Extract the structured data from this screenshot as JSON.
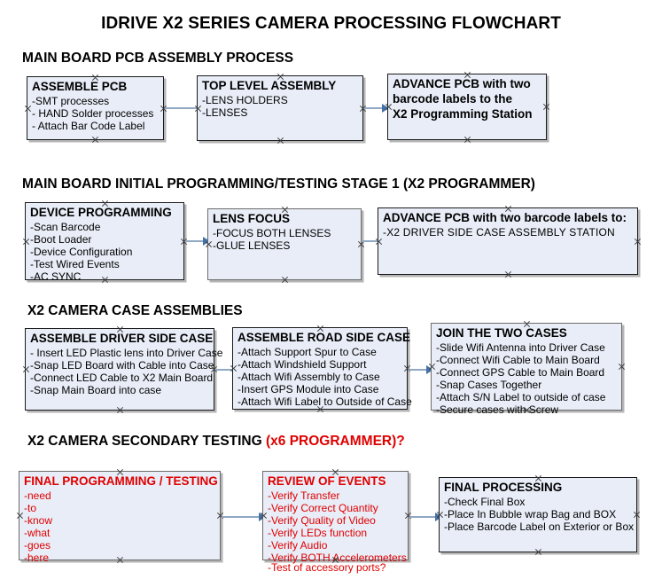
{
  "document": {
    "title": "IDRIVE X2  SERIES CAMERA PROCESSING FLOWCHART"
  },
  "colors": {
    "box_fill": "#e8edf7",
    "box_border": "#1a1a1a",
    "accent_red": "#e00000",
    "arrow_shaft": "#8fa8c4",
    "arrow_head": "#4472a8",
    "text": "#000000"
  },
  "sections": [
    {
      "id": "main-board-pcb-assembly",
      "heading": "MAIN BOARD PCB ASSEMBLY PROCESS",
      "heading_accent": "",
      "nodes": [
        {
          "id": "assemble-pcb",
          "title": "ASSEMBLE PCB",
          "lines": [
            "-SMT processes",
            "- HAND Solder processes",
            "- Attach Bar Code Label"
          ]
        },
        {
          "id": "top-level-assembly",
          "title": "TOP LEVEL ASSEMBLY",
          "lines": [
            "-LENS HOLDERS",
            "-LENSES"
          ]
        },
        {
          "id": "advance-pcb-programming-station",
          "title": "ADVANCE PCB with two",
          "lines": [
            "barcode labels to the",
            " X2 Programming Station"
          ]
        }
      ]
    },
    {
      "id": "initial-programming-stage-1",
      "heading": "MAIN BOARD INITIAL PROGRAMMING/TESTING STAGE 1 (X2 PROGRAMMER)",
      "heading_accent": "",
      "nodes": [
        {
          "id": "device-programming",
          "title": "DEVICE PROGRAMMING",
          "lines": [
            "-Scan Barcode",
            "-Boot Loader",
            "-Device Configuration",
            "-Test Wired Events",
            "-AC SYNC"
          ]
        },
        {
          "id": "lens-focus",
          "title": "LENS FOCUS",
          "lines": [
            "-FOCUS BOTH LENSES",
            "-GLUE LENSES"
          ]
        },
        {
          "id": "advance-pcb-driver-side-case",
          "title": "ADVANCE PCB with two barcode labels to:",
          "lines": [
            "-X2 DRIVER  SIDE  CASE  ASSEMBLY STATION"
          ]
        }
      ]
    },
    {
      "id": "camera-case-assemblies",
      "heading": "X2 CAMERA CASE ASSEMBLIES",
      "heading_accent": "",
      "nodes": [
        {
          "id": "assemble-driver-side-case",
          "title": "ASSEMBLE DRIVER SIDE CASE",
          "lines": [
            "- Insert LED Plastic lens into Driver Case",
            "-Snap LED Board with Cable into Case",
            "-Connect LED Cable to X2 Main Board",
            "-Snap Main Board into case"
          ]
        },
        {
          "id": "assemble-road-side-case",
          "title": "ASSEMBLE ROAD SIDE CASE",
          "lines": [
            "-Attach Support Spur to Case",
            "-Attach Windshield Support",
            "-Attach Wifi Assembly to Case",
            "-Insert GPS Module into Case",
            "-Attach Wifi Label to Outside of Case"
          ]
        },
        {
          "id": "join-the-two-cases",
          "title": "JOIN THE TWO CASES",
          "lines": [
            "-Slide Wifi Antenna into Driver Case",
            "-Connect Wifi Cable to Main Board",
            "-Connect GPS Cable to Main Board",
            "-Snap Cases Together",
            "-Attach S/N Label to outside of case",
            "-Secure cases with Screw"
          ]
        }
      ]
    },
    {
      "id": "secondary-testing",
      "heading": "X2 CAMERA SECONDARY TESTING ",
      "heading_accent": "(x6 PROGRAMMER)?",
      "nodes": [
        {
          "id": "final-programming-testing",
          "title": "FINAL PROGRAMMING / TESTING",
          "lines": [
            "-need",
            "-to",
            "-know",
            "-what",
            "-goes",
            "-here"
          ]
        },
        {
          "id": "review-of-events",
          "title": "REVIEW OF EVENTS",
          "lines": [
            "-Verify Transfer",
            "-Verify Correct Quantity",
            "-Verify Quality of Video",
            "-Verify LEDs function",
            "-Verify Audio",
            "-Verify BOTH Accelerometers"
          ],
          "overflow_line": "-Test of accessory ports?"
        },
        {
          "id": "final-processing",
          "title": "FINAL PROCESSING",
          "lines": [
            " -Check Final Box",
            "-Place In Bubble wrap Bag and BOX",
            "-Place Barcode Label on Exterior or Box"
          ]
        }
      ]
    }
  ]
}
